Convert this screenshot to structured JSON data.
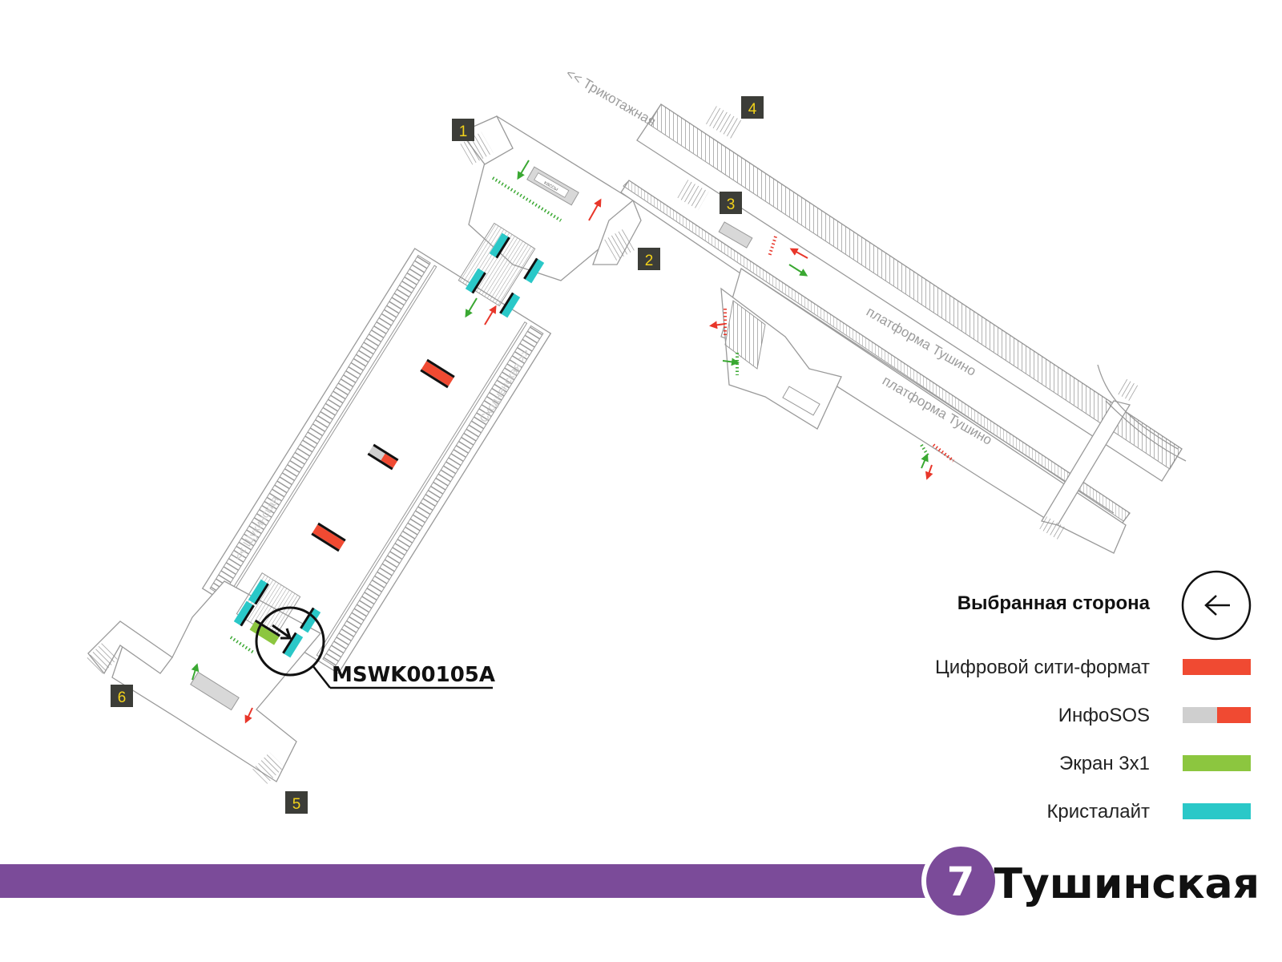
{
  "station": {
    "name": "Тушинская",
    "line_number": "7",
    "line_color": "#7b4b99"
  },
  "legend": {
    "title": "Выбранная сторона",
    "items": [
      {
        "label": "Цифровой сити-формат",
        "color": "#f04a32",
        "type": "solid"
      },
      {
        "label": "ИнфоSOS",
        "color": "#f04a32",
        "color2": "#cfcfcf",
        "type": "split"
      },
      {
        "label": "Экран 3х1",
        "color": "#8cc63f",
        "type": "solid"
      },
      {
        "label": "Кристалайт",
        "color": "#2ac8c8",
        "type": "solid"
      }
    ]
  },
  "selected_code": "MSWK00105A",
  "exits": [
    "1",
    "2",
    "3",
    "4",
    "5",
    "6"
  ],
  "labels": {
    "trikotazhnaya": "<< Трикотажная",
    "platform_1": "платформа Тушино",
    "platform_2": "платформа Тушино",
    "schukinskaya": "<< Щукинская",
    "skhodnenskaya": "Сходненская >>",
    "kassy": "кассы"
  },
  "colors": {
    "crystalight": "#2ac8c8",
    "city_format": "#f04a32",
    "infosos_gray": "#cfcfcf",
    "screen_3x1": "#8cc63f",
    "arrow_green": "#3aa832",
    "arrow_red": "#e8362a"
  }
}
